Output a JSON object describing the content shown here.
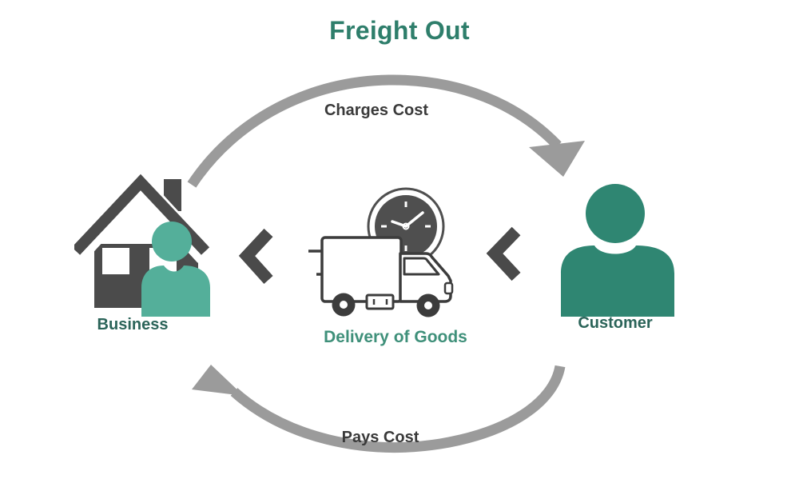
{
  "title": "Freight Out",
  "flow": {
    "top_arrow_label": "Charges Cost",
    "bottom_arrow_label": "Pays Cost"
  },
  "nodes": {
    "business": {
      "label": "Business",
      "icon": "house-with-person-icon"
    },
    "delivery": {
      "label": "Delivery of Goods",
      "icon": "delivery-truck-clock-icon"
    },
    "customer": {
      "label": "Customer",
      "icon": "person-icon"
    }
  },
  "icons": {
    "top_arrow": "curved-arrow-to-customer-icon",
    "bottom_arrow": "curved-arrow-to-business-icon",
    "chevrons": "chevron-left-icon"
  },
  "colors": {
    "title_green": "#2E7E6B",
    "delivery_green": "#3F907A",
    "node_label_teal": "#2B6459",
    "cost_label_dark": "#3A3A3A",
    "arrow_gray": "#9B9B9B",
    "chevron_gray": "#4A4A4A",
    "house_gray": "#4B4B4B",
    "person_light_teal": "#54AF9A",
    "person_dark_teal": "#2F8672",
    "truck_outline": "#3C3C3C",
    "clock_fill": "#4F4F4F",
    "background": "#FFFFFF"
  }
}
